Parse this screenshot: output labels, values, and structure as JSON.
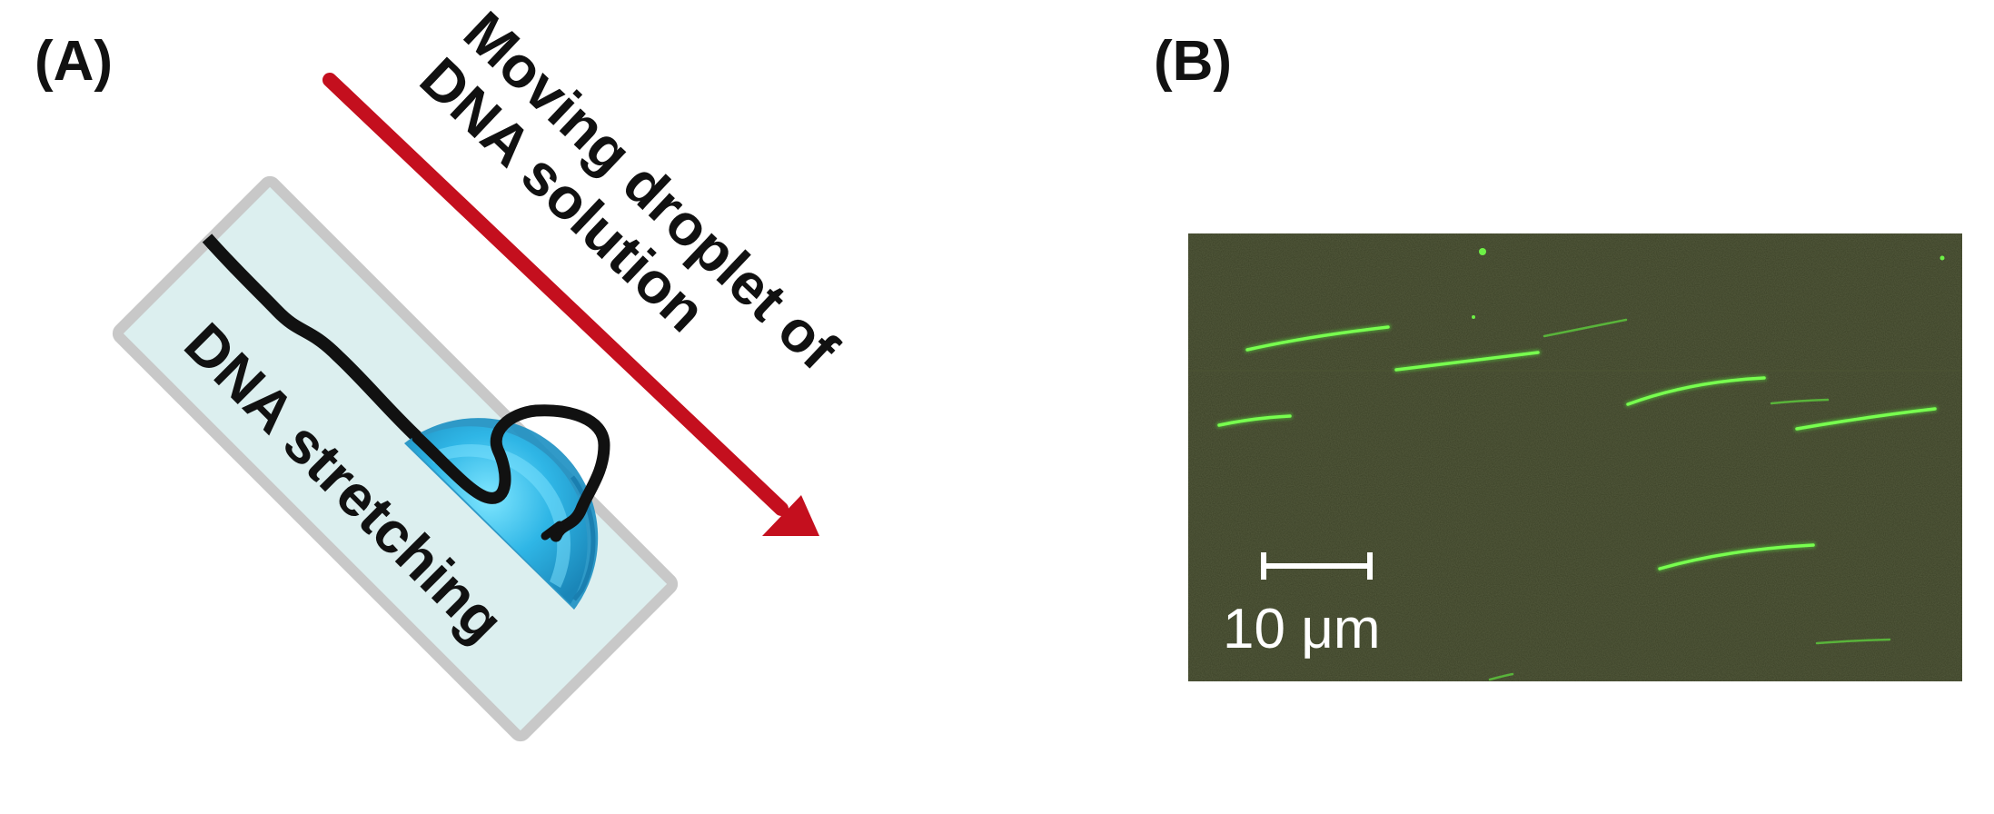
{
  "panel_a": {
    "label": "(A)",
    "arrow_text_line1": "Moving droplet of",
    "arrow_text_line2": "DNA solution",
    "slide_text": "DNA stretching",
    "colors": {
      "slide_fill": "#dcefef",
      "slide_border": "#c8c8c8",
      "arrow": "#c40f1e",
      "droplet": "#2fb6e6",
      "dna": "#111111"
    }
  },
  "panel_b": {
    "label": "(B)",
    "scale_bar_label": "10 μm",
    "colors": {
      "background": "#3a4026",
      "dna_strand": "#6cf043",
      "scale_bar": "#ffffff"
    }
  }
}
